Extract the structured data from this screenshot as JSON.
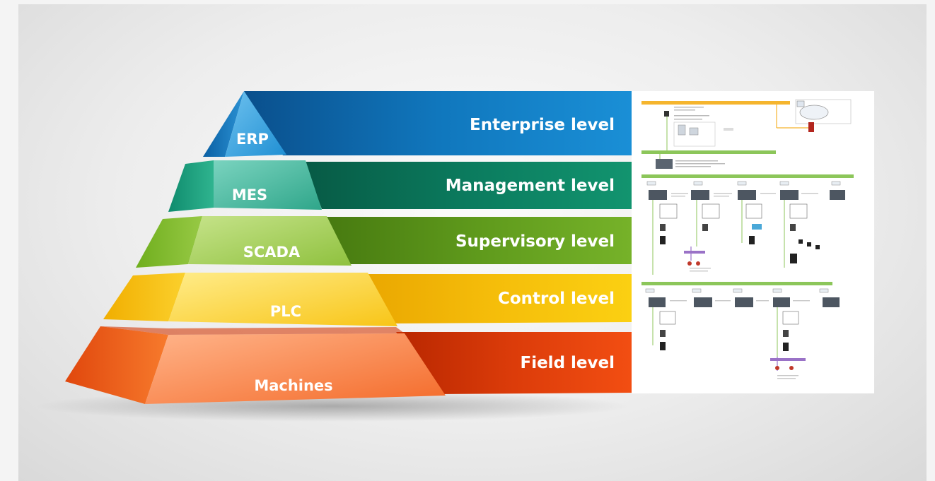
{
  "levels": [
    {
      "pyramid_label": "ERP",
      "level_label": "Enterprise level",
      "color": "#0f6fb1"
    },
    {
      "pyramid_label": "MES",
      "level_label": "Management level",
      "color": "#0b7a5f"
    },
    {
      "pyramid_label": "SCADA",
      "level_label": "Supervisory level",
      "color": "#5f9a1c"
    },
    {
      "pyramid_label": "PLC",
      "level_label": "Control level",
      "color": "#f2b705"
    },
    {
      "pyramid_label": "Machines",
      "level_label": "Field level",
      "color": "#e5380f"
    }
  ],
  "diagram": {
    "bus_colors": {
      "orange": "#f5b52e",
      "green": "#8cc65a",
      "purple": "#9a72c7"
    }
  }
}
